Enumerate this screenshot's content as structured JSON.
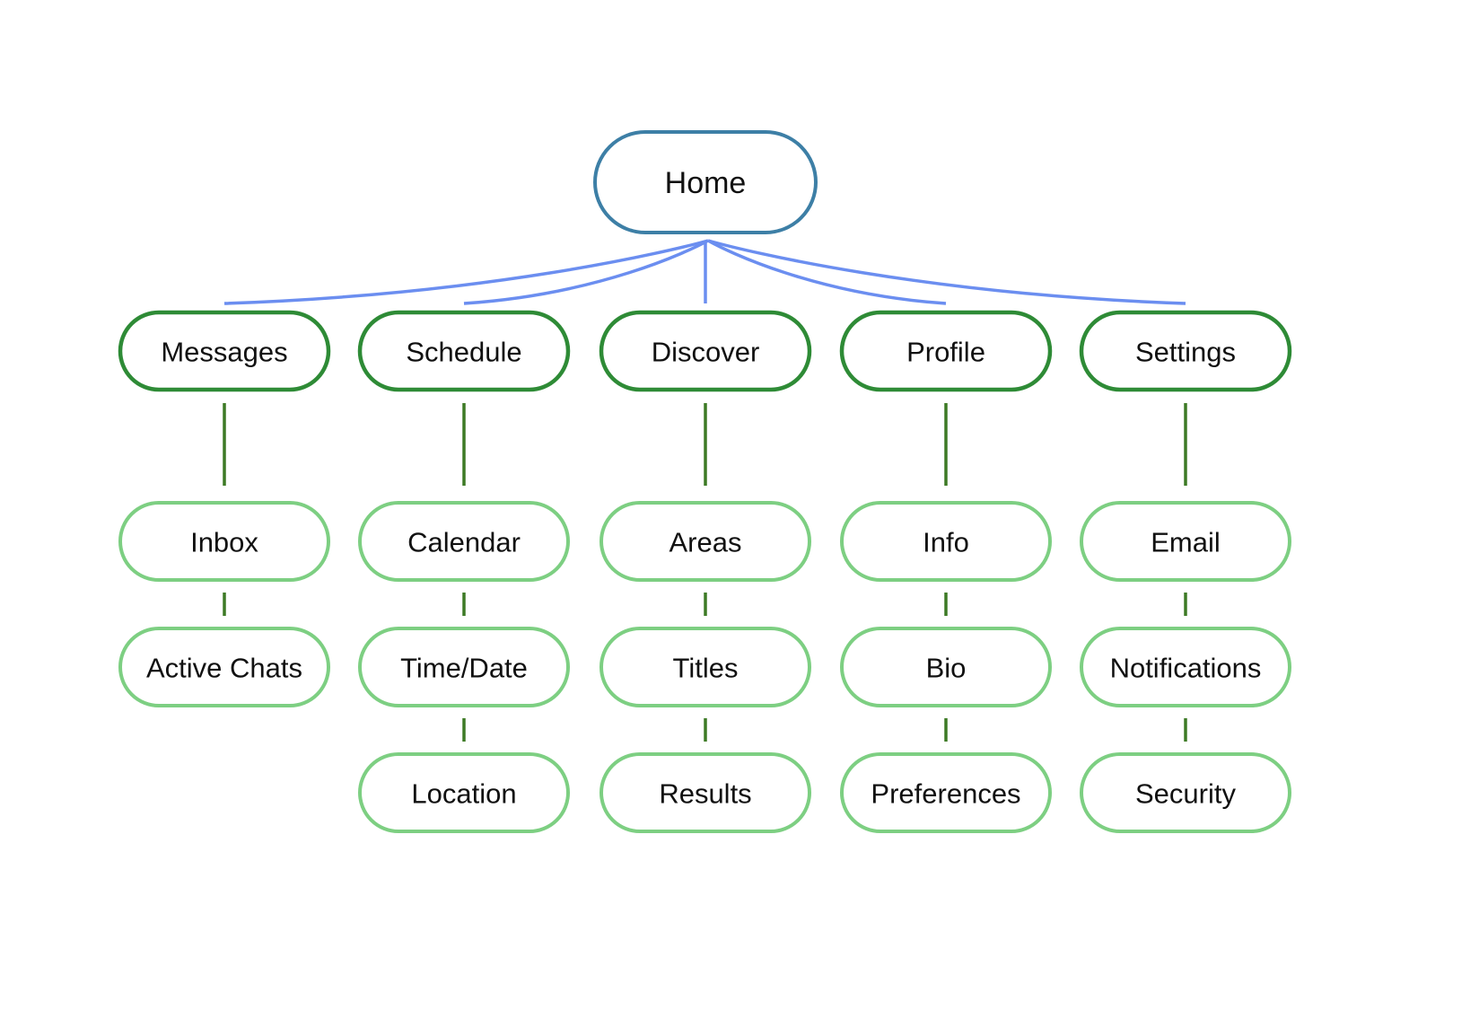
{
  "colors": {
    "background": "#ffffff",
    "root_stroke": "#3d7fa6",
    "root_connector": "#6b8ef0",
    "section_stroke": "#2e8b36",
    "section_connector": "#3d7a25",
    "leaf_stroke": "#7dcf82",
    "leaf_connector": "#3d7a25",
    "text": "#111111"
  },
  "tree": {
    "label": "Home",
    "children": [
      {
        "label": "Messages",
        "children": [
          "Inbox",
          "Active Chats"
        ]
      },
      {
        "label": "Schedule",
        "children": [
          "Calendar",
          "Time/Date",
          "Location"
        ]
      },
      {
        "label": "Discover",
        "children": [
          "Areas",
          "Titles",
          "Results"
        ]
      },
      {
        "label": "Profile",
        "children": [
          "Info",
          "Bio",
          "Preferences"
        ]
      },
      {
        "label": "Settings",
        "children": [
          "Email",
          "Notifications",
          "Security"
        ]
      }
    ]
  }
}
